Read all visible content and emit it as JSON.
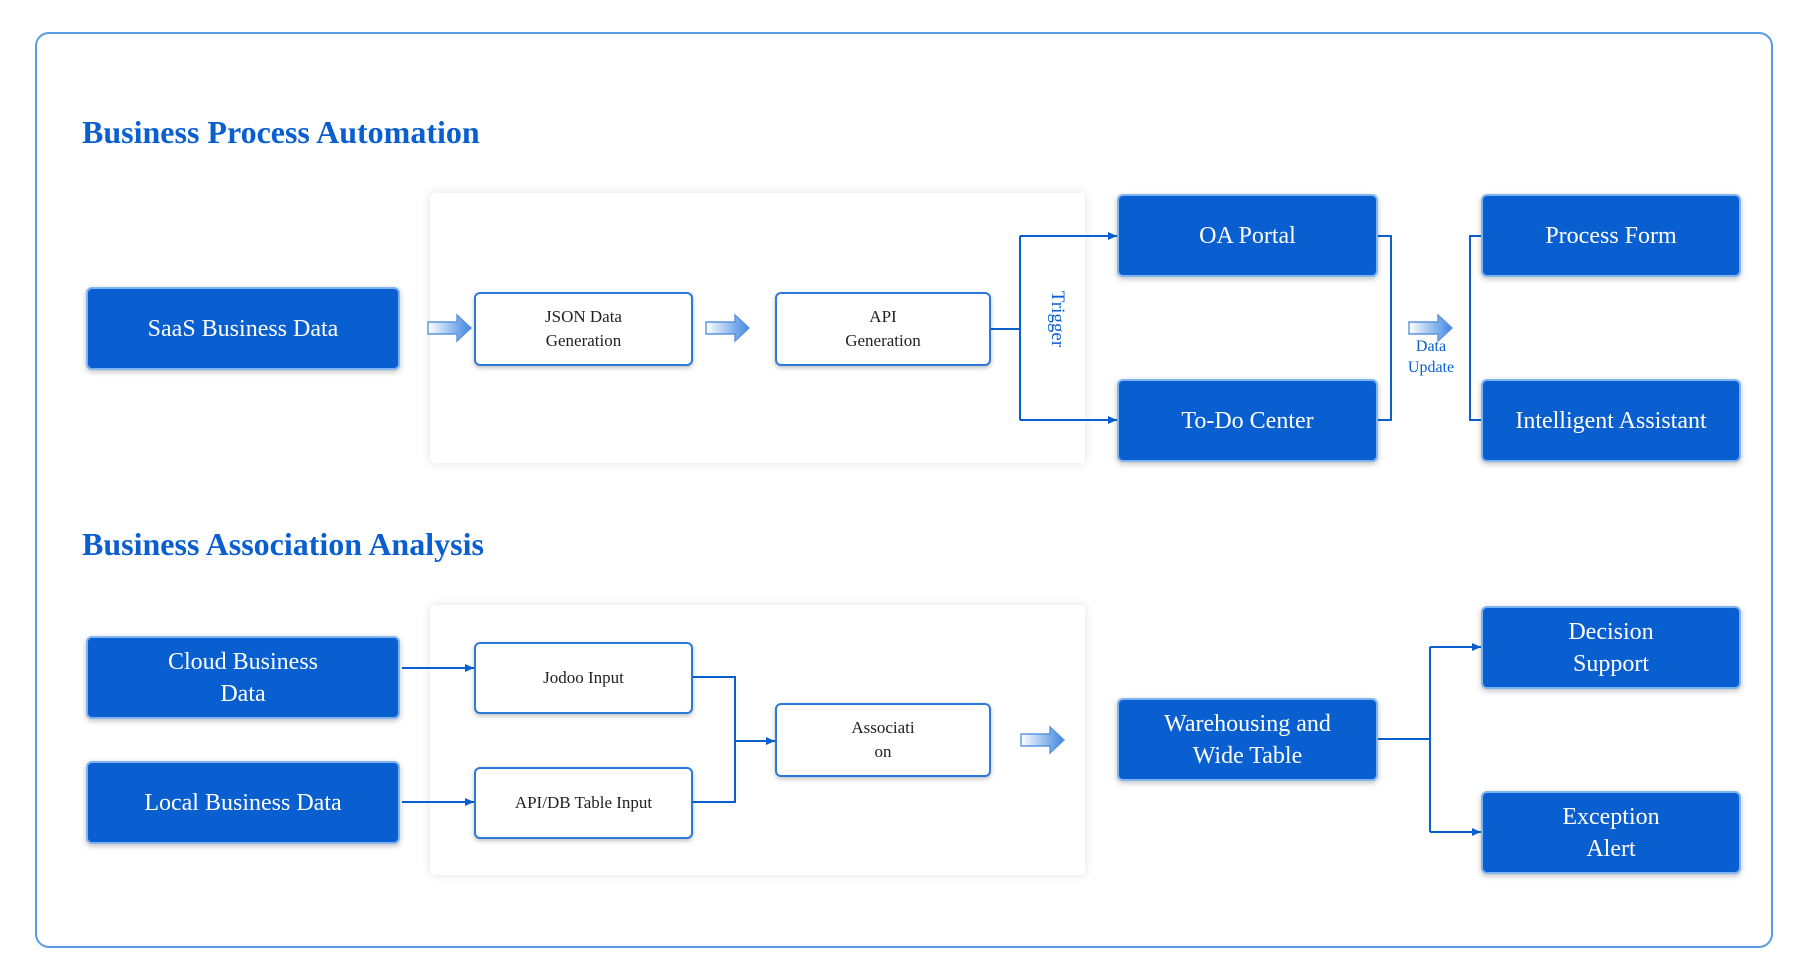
{
  "sections": {
    "process": {
      "title": "Business Process Automation",
      "source": "SaaS Business Data",
      "json_step": "JSON Data Generation",
      "api_step": "API Generation",
      "trigger_label": "Trigger",
      "oa_portal": "OA Portal",
      "todo_center": "To-Do Center",
      "data_update_label": "Data Update",
      "process_form": "Process Form",
      "intelligent_assistant": "Intelligent Assistant"
    },
    "analysis": {
      "title": "Business Association Analysis",
      "cloud_source": "Cloud Business Data",
      "local_source": "Local Business Data",
      "jodoo_input": "Jodoo Input",
      "api_db_input": "API/DB Table Input",
      "association_step": "Association",
      "warehousing": "Warehousing and Wide Table",
      "decision_support": "Decision Support",
      "exception_alert": "Exception Alert"
    }
  },
  "colors": {
    "primary_blue": "#0a5fd0",
    "frame_border": "#5b9be6",
    "box_border": "#2d79d8",
    "flow_arrow": "#5a93e0"
  }
}
